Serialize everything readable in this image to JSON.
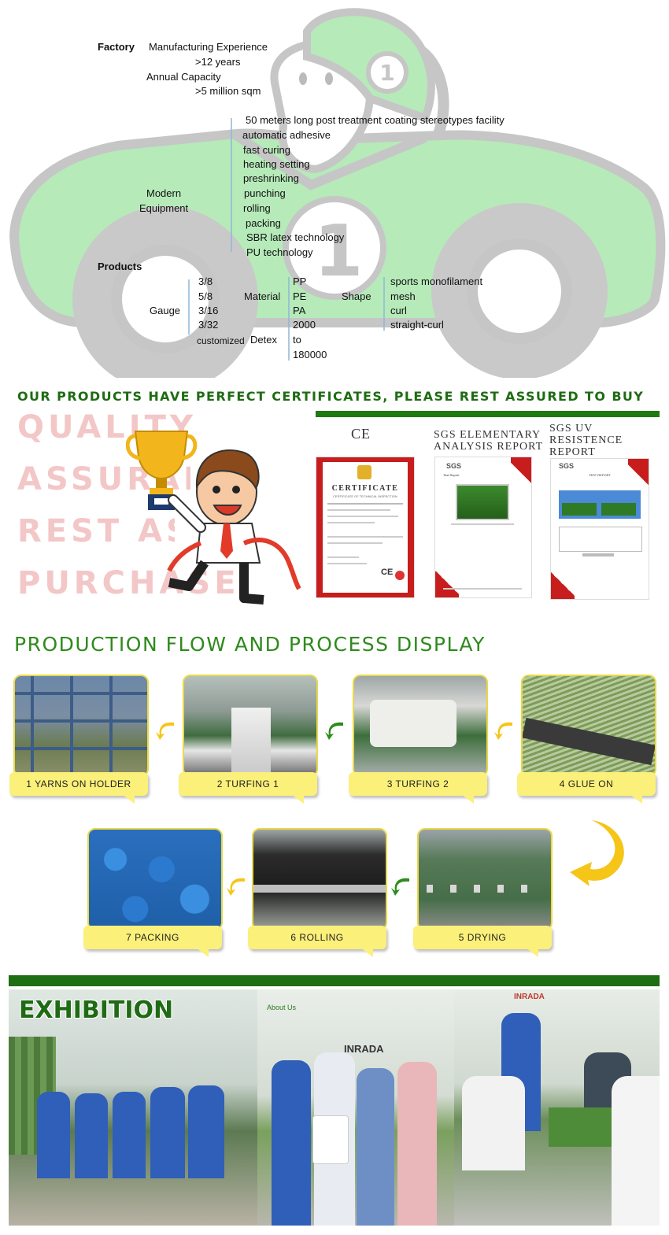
{
  "overview": {
    "factory_label": "Factory",
    "experience_label": "Manufacturing Experience",
    "experience_value": ">12 years",
    "capacity_label": "Annual Capacity",
    "capacity_value": ">5 million sqm",
    "equipment_label_1": "Modern",
    "equipment_label_2": "Equipment",
    "equipment_items": [
      "50 meters long post treatment coating stereotypes facility",
      "automatic adhesive",
      "fast curing",
      "heating setting",
      "preshrinking",
      "punching",
      "rolling",
      "packing",
      "SBR latex technology",
      "PU technology"
    ],
    "products_label": "Products",
    "gauge_label": "Gauge",
    "gauge_values": [
      "3/8",
      "5/8",
      "3/16",
      "3/32",
      "customized"
    ],
    "material_label": "Material",
    "material_values": [
      "PP",
      "PE",
      "PA"
    ],
    "detex_label": "Detex",
    "detex_values": [
      "2000",
      "to",
      "180000"
    ],
    "shape_label": "Shape",
    "shape_values": [
      "sports monofilament",
      "mesh",
      "curl",
      "straight-curl"
    ],
    "helmet_number": "1",
    "car_number": "1"
  },
  "certificates": {
    "heading": "OUR PRODUCTS HAVE PERFECT CERTIFICATES, PLEASE REST ASSURED TO BUY",
    "background_words": [
      "QUALITY",
      "ASSURANCE",
      "REST ASSURED",
      "PURCHASE"
    ],
    "items": [
      {
        "label_1": "CE",
        "label_2": "",
        "doc_title": "CERTIFICATE",
        "doc_subtitle": "CERTIFICATE OF TECHNICAL INSPECTION"
      },
      {
        "label_1": "SGS ELEMENTARY",
        "label_2": "ANALYSIS REPORT",
        "doc_title": "SGS",
        "doc_subtitle": "Test Report"
      },
      {
        "label_1": "SGS UV",
        "label_2": "RESISTENCE",
        "label_3": "REPORT",
        "doc_title": "SGS",
        "doc_subtitle": "TEST REPORT"
      }
    ]
  },
  "production": {
    "heading": "PRODUCTION FLOW AND PROCESS DISPLAY",
    "steps": [
      {
        "label": "1 YARNS ON HOLDER"
      },
      {
        "label": "2 TURFING 1"
      },
      {
        "label": "3 TURFING 2"
      },
      {
        "label": "4 GLUE ON"
      },
      {
        "label": "5 DRYING"
      },
      {
        "label": "6 ROLLING"
      },
      {
        "label": "7 PACKING"
      }
    ]
  },
  "exhibition": {
    "title": "EXHIBITION",
    "brand": "INRADA",
    "booth_sign": "About Us"
  },
  "colors": {
    "car_body": "#b6eab9",
    "car_outline": "#c9c9c9",
    "brand_green": "#1f7a12",
    "label_yellow": "#fbf07a",
    "arrow_yellow": "#f5c518",
    "arrow_green": "#2e8b1d"
  }
}
